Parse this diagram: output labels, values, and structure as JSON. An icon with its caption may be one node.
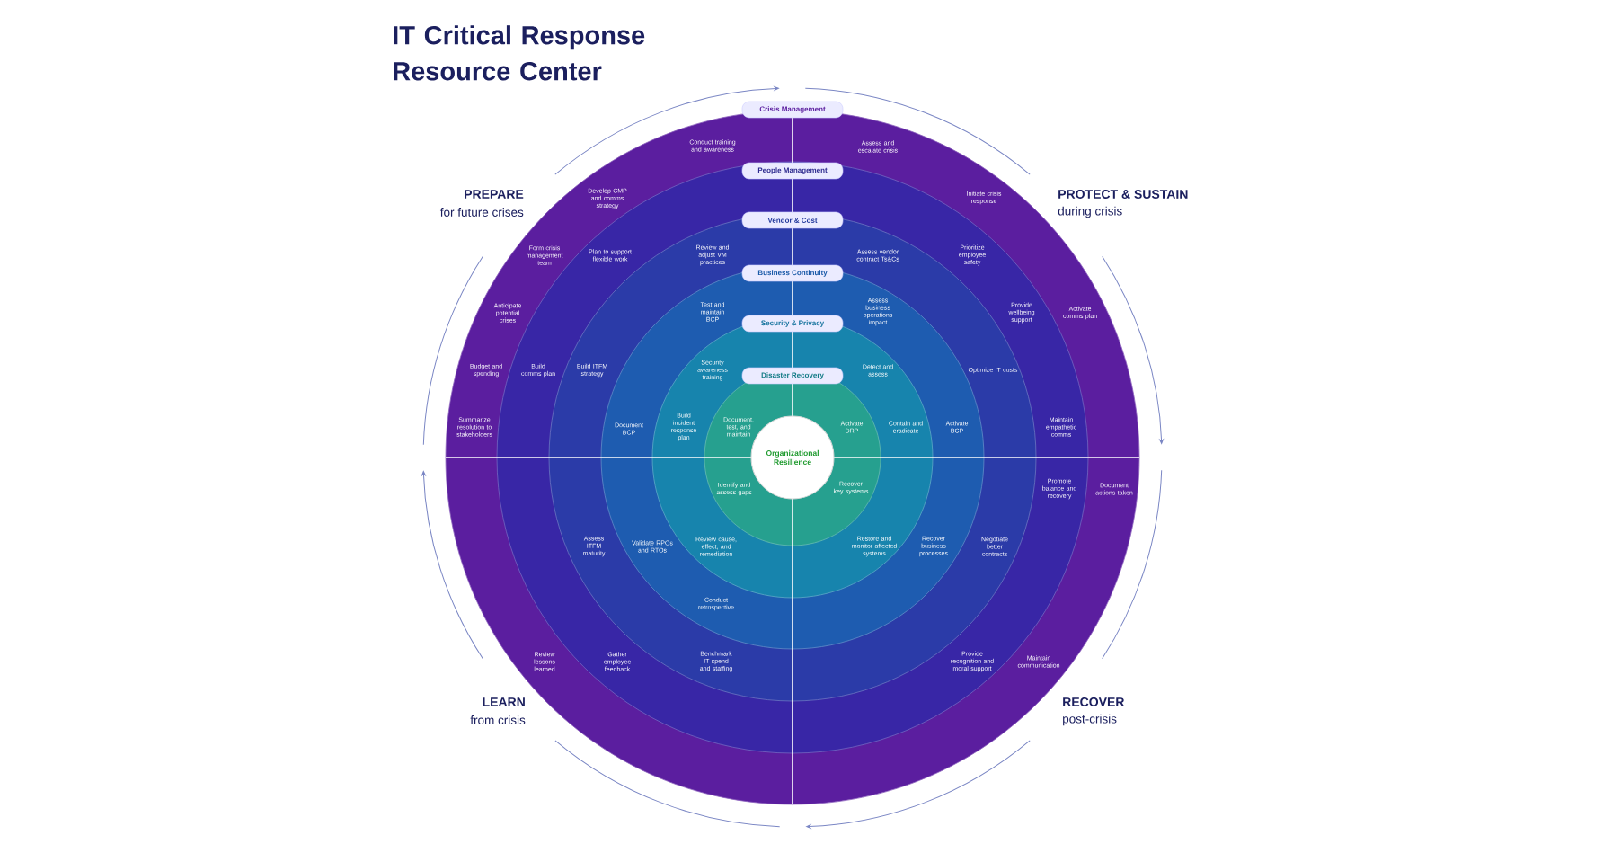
{
  "diagram": {
    "title": "IT Critical Response Resource Center",
    "nodes": [
      {
        "text": [
          "Crisis Management"
        ]
      },
      {
        "text": [
          "People Management"
        ]
      },
      {
        "text": [
          "Vendor & Cost"
        ]
      },
      {
        "text": [
          "Business Continuity"
        ]
      },
      {
        "text": [
          "Security & Privacy"
        ]
      },
      {
        "text": [
          "Disaster Recovery"
        ]
      },
      {
        "text": [
          "Organizational Resilience"
        ]
      }
    ],
    "labels": [
      "PREPARE",
      "for future crises",
      "PROTECT & SUSTAIN",
      "during crisis",
      "Conduct training and awareness",
      "Assess and escalate crisis",
      "Develop CMP and comms strategy",
      "Initiate crisis response",
      "Form crisis management team",
      "Plan to support flexible work",
      "Review and adjust VM practices",
      "Assess vendor contract Ts&Cs",
      "Prioritize employee safety",
      "Anticipate potential crises",
      "Test and maintain BCP",
      "Assess business operations impact",
      "Provide wellbeing support",
      "Activate comms plan",
      "Budget and spending",
      "Build comms plan",
      "Build ITFM strategy",
      "Security awareness training",
      "Detect and assess",
      "Optimize IT costs",
      "Summarize resolution to stakeholders",
      "Document BCP",
      "Build incident response plan",
      "Document, test, and maintain",
      "Activate DRP",
      "Contain and eradicate",
      "Activate BCP",
      "Maintain empathetic comms",
      "Identify and assess gaps",
      "Recover key systems",
      "Promote balance and recovery",
      "Document actions taken",
      "Assess ITFM maturity",
      "Validate RPOs and RTOs",
      "Review cause, effect, and remediation",
      "Restore and monitor affected systems",
      "Recover business processes",
      "Negotiate better contracts",
      "Conduct retrospective",
      "Review lessons learned",
      "Gather employee feedback",
      "Benchmark IT spend and staffing",
      "Provide recognition and moral support",
      "Maintain communication",
      "LEARN",
      "from crisis",
      "RECOVER",
      "post-crisis"
    ]
  }
}
